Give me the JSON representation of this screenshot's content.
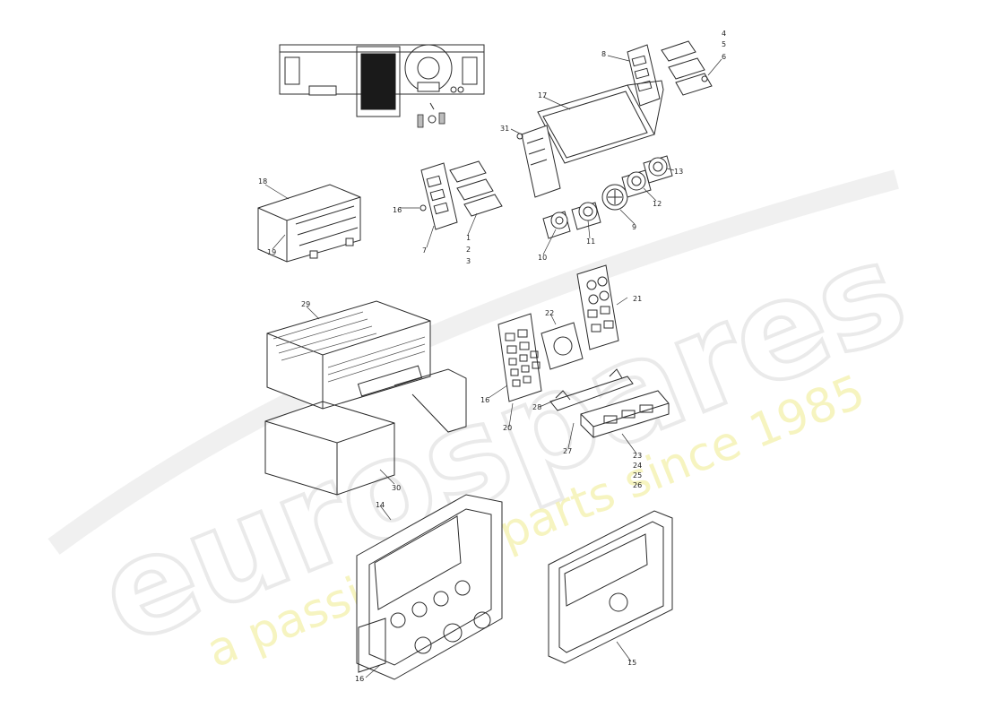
{
  "watermark": {
    "brand": "eurospares",
    "tagline": "a passion for parts since 1985"
  },
  "callouts": [
    {
      "id": "c1",
      "text": "1"
    },
    {
      "id": "c2",
      "text": "2"
    },
    {
      "id": "c3",
      "text": "3"
    },
    {
      "id": "c4",
      "text": "4"
    },
    {
      "id": "c5",
      "text": "5"
    },
    {
      "id": "c6",
      "text": "6"
    },
    {
      "id": "c7",
      "text": "7"
    },
    {
      "id": "c8",
      "text": "8"
    },
    {
      "id": "c9",
      "text": "9"
    },
    {
      "id": "c10",
      "text": "10"
    },
    {
      "id": "c11",
      "text": "11"
    },
    {
      "id": "c12",
      "text": "12"
    },
    {
      "id": "c13",
      "text": "13"
    },
    {
      "id": "c14",
      "text": "14"
    },
    {
      "id": "c15",
      "text": "15"
    },
    {
      "id": "c16a",
      "text": "16"
    },
    {
      "id": "c16b",
      "text": "16"
    },
    {
      "id": "c16c",
      "text": "16"
    },
    {
      "id": "c17",
      "text": "17"
    },
    {
      "id": "c18",
      "text": "18"
    },
    {
      "id": "c19",
      "text": "19"
    },
    {
      "id": "c20",
      "text": "20"
    },
    {
      "id": "c21",
      "text": "21"
    },
    {
      "id": "c22",
      "text": "22"
    },
    {
      "id": "c23",
      "text": "23"
    },
    {
      "id": "c24",
      "text": "24"
    },
    {
      "id": "c25",
      "text": "25"
    },
    {
      "id": "c26",
      "text": "26"
    },
    {
      "id": "c27",
      "text": "27"
    },
    {
      "id": "c28",
      "text": "28"
    },
    {
      "id": "c29",
      "text": "29"
    },
    {
      "id": "c30",
      "text": "30"
    },
    {
      "id": "c31",
      "text": "31"
    }
  ]
}
